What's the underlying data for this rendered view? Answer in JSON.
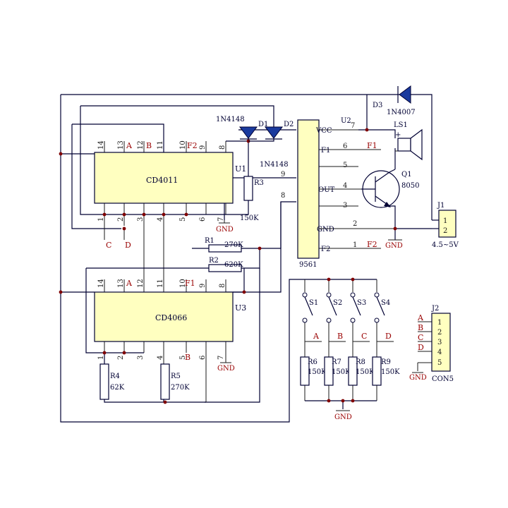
{
  "components": {
    "u1": {
      "ref": "U1",
      "name": "CD4011"
    },
    "u3": {
      "ref": "U3",
      "name": "CD4066"
    },
    "u2": {
      "ref": "U2",
      "name": "9561",
      "pins": {
        "vcc": "VCC",
        "f1": "F1",
        "out": "OUT",
        "gnd": "GND",
        "f2": "F2"
      }
    },
    "d1": {
      "ref": "D1",
      "value": "1N4148"
    },
    "d2": {
      "ref": "D2",
      "value": "1N4148"
    },
    "d3": {
      "ref": "D3",
      "value": "1N4007"
    },
    "q1": {
      "ref": "Q1",
      "value": "8050"
    },
    "ls1": {
      "ref": "LS1"
    },
    "j1": {
      "ref": "J1",
      "value": "4.5~5V"
    },
    "j2": {
      "ref": "J2",
      "value": "CON5"
    },
    "r1": {
      "ref": "R1",
      "value": "270K"
    },
    "r2": {
      "ref": "R2",
      "value": "620K"
    },
    "r3": {
      "ref": "R3",
      "value": "150K"
    },
    "r4": {
      "ref": "R4",
      "value": "62K"
    },
    "r5": {
      "ref": "R5",
      "value": "270K"
    },
    "r6": {
      "ref": "R6",
      "value": "150K"
    },
    "r7": {
      "ref": "R7",
      "value": "150K"
    },
    "r8": {
      "ref": "R8",
      "value": "150K"
    },
    "r9": {
      "ref": "R9",
      "value": "150K"
    },
    "switches": [
      "S1",
      "S2",
      "S3",
      "S4"
    ]
  },
  "nets": {
    "A": "A",
    "B": "B",
    "C": "C",
    "D": "D",
    "F1": "F1",
    "F2": "F2",
    "GND": "GND"
  },
  "pin_numbers": {
    "u1_top": [
      "14",
      "13",
      "12",
      "11",
      "10",
      "9",
      "8"
    ],
    "u1_bottom": [
      "1",
      "2",
      "3",
      "4",
      "5",
      "6",
      "7"
    ],
    "u3_top": [
      "14",
      "13",
      "12",
      "11",
      "10",
      "9",
      "8"
    ],
    "u3_bottom": [
      "1",
      "2",
      "3",
      "4",
      "5",
      "6",
      "7"
    ],
    "u2_right": [
      "7",
      "6",
      "5",
      "4",
      "3",
      "2",
      "1"
    ],
    "u2_left": [
      "9",
      "8"
    ],
    "j1": [
      "1",
      "2"
    ],
    "j2": [
      "1",
      "2",
      "3",
      "4",
      "5"
    ],
    "ls1_plus": "+"
  },
  "colors": {
    "wire": "#000033",
    "chip_fill": "#ffffc0",
    "junction": "#800000",
    "net_label": "#990000"
  }
}
